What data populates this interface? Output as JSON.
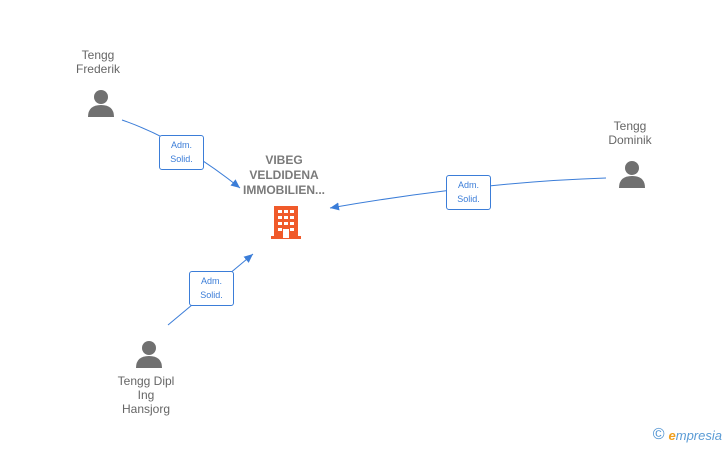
{
  "company": {
    "name": "VIBEG\nVELDIDENA\nIMMOBILIEN...",
    "icon": "building-icon",
    "color": "#f05a2a"
  },
  "people": [
    {
      "name": "Tengg\nFrederik",
      "icon": "person-icon"
    },
    {
      "name": "Tengg\nDominik",
      "icon": "person-icon"
    },
    {
      "name": "Tengg Dipl\nIng\nHansjorg",
      "icon": "person-icon"
    }
  ],
  "relations": [
    {
      "from": "Tengg Frederik",
      "label": "Adm.\nSolid."
    },
    {
      "from": "Tengg Dominik",
      "label": "Adm.\nSolid."
    },
    {
      "from": "Tengg Dipl Ing Hansjorg",
      "label": "Adm.\nSolid."
    }
  ],
  "credit": {
    "copyright_symbol": "©",
    "brand_initial": "e",
    "brand_rest": "mpresia"
  },
  "colors": {
    "edge": "#3b7dd8",
    "person": "#707070",
    "company": "#f05a2a"
  }
}
